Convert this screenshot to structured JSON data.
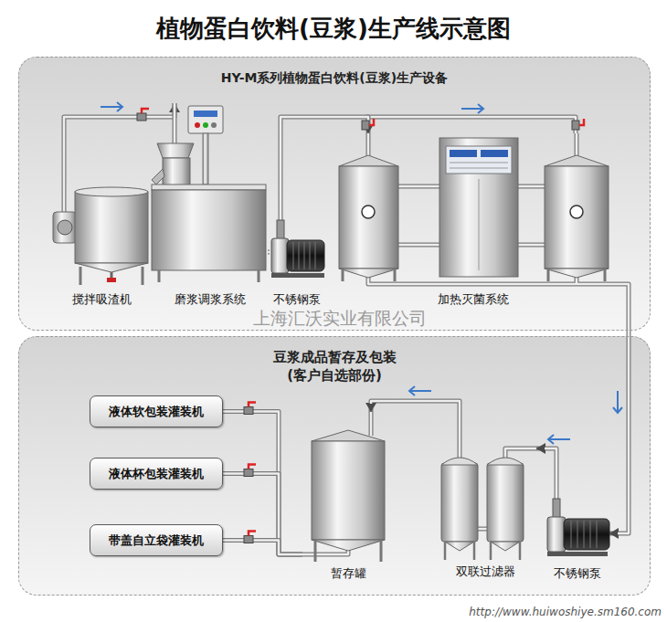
{
  "diagram": {
    "title": "植物蛋白饮料(豆浆)生产线示意图",
    "nodes": [
      {
        "text": [
          "HY-M系列植物蛋白饮料(豆浆)生产设备"
        ]
      },
      {
        "text": [
          "搅拌吸渣机"
        ],
        "in": 0
      },
      {
        "text": [
          "磨浆调浆系统"
        ],
        "in": 0
      },
      {
        "text": [
          "不锈钢泵"
        ],
        "in": 0
      },
      {
        "text": [
          "加热灭菌系统"
        ],
        "in": 0
      },
      {
        "text": [
          "豆浆成品暂存及包装 (客户自选部份)"
        ]
      },
      {
        "text": [
          "液体软包装灌装机"
        ],
        "in": 5
      },
      {
        "text": [
          "液体杯包装灌装机"
        ],
        "in": 5
      },
      {
        "text": [
          "带盖自立袋灌装机"
        ],
        "in": 5
      },
      {
        "text": [
          "暂存罐"
        ],
        "in": 5
      },
      {
        "text": [
          "双联过滤器"
        ],
        "in": 5
      },
      {
        "text": [
          "不锈钢泵"
        ],
        "in": 5
      }
    ],
    "edges": [
      {
        "from": 1,
        "to": 2,
        "arrow": "to"
      },
      {
        "from": 2,
        "to": 3,
        "arrow": "none"
      },
      {
        "from": 3,
        "to": 4,
        "arrow": "to"
      },
      {
        "from": 4,
        "to": 11,
        "arrow": "to"
      },
      {
        "from": 11,
        "to": 10,
        "arrow": "to"
      },
      {
        "from": 10,
        "to": 9,
        "arrow": "to"
      },
      {
        "from": 9,
        "to": 6,
        "arrow": "none"
      },
      {
        "from": 9,
        "to": 7,
        "arrow": "none"
      },
      {
        "from": 9,
        "to": 8,
        "arrow": "none"
      }
    ],
    "labels": [
      "上海汇沃实业有限公司",
      "http://www.huiwoshiye.sm160.com"
    ]
  }
}
